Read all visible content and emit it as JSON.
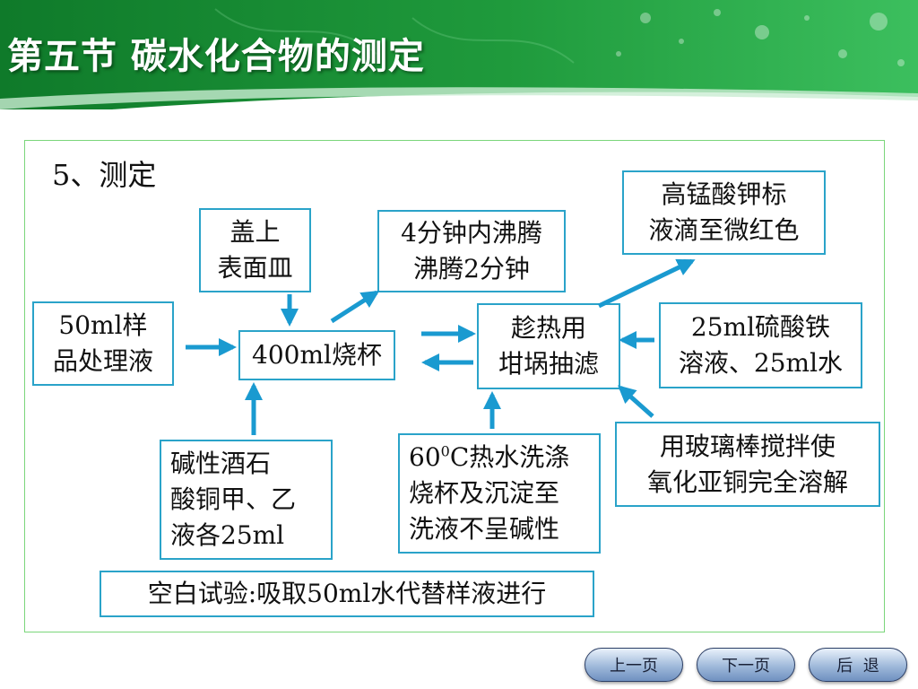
{
  "header": {
    "title": "第五节  碳水化合物的测定"
  },
  "step_label": "5、测定",
  "boxes": {
    "sample": "50ml样\n品处理液",
    "beaker": "400ml烧杯",
    "cover": "盖上\n表面皿",
    "boil": "4分钟内沸腾\n沸腾2分钟",
    "filter": "趁热用\n坩埚抽滤",
    "kmno4": "高锰酸钾标\n液滴至微红色",
    "ferric": "25ml硫酸铁\n溶液、25ml水",
    "dissolve": "用玻璃棒搅拌使\n氧化亚铜完全溶解",
    "wash_pre": "60",
    "wash_sup": "0",
    "wash_post": "C热水洗涤\n烧杯及沉淀至\n洗液不呈碱性",
    "reagents": "碱性酒石\n酸铜甲、乙\n液各25ml",
    "blank": "空白试验:吸取50ml水代替样液进行"
  },
  "nav": {
    "prev": "上一页",
    "next": "下一页",
    "back": "后  退"
  },
  "colors": {
    "header_green": "#1f9a3c",
    "box_border": "#2aa3c9",
    "arrow": "#1a9ad0",
    "frame": "#7bd67b"
  }
}
